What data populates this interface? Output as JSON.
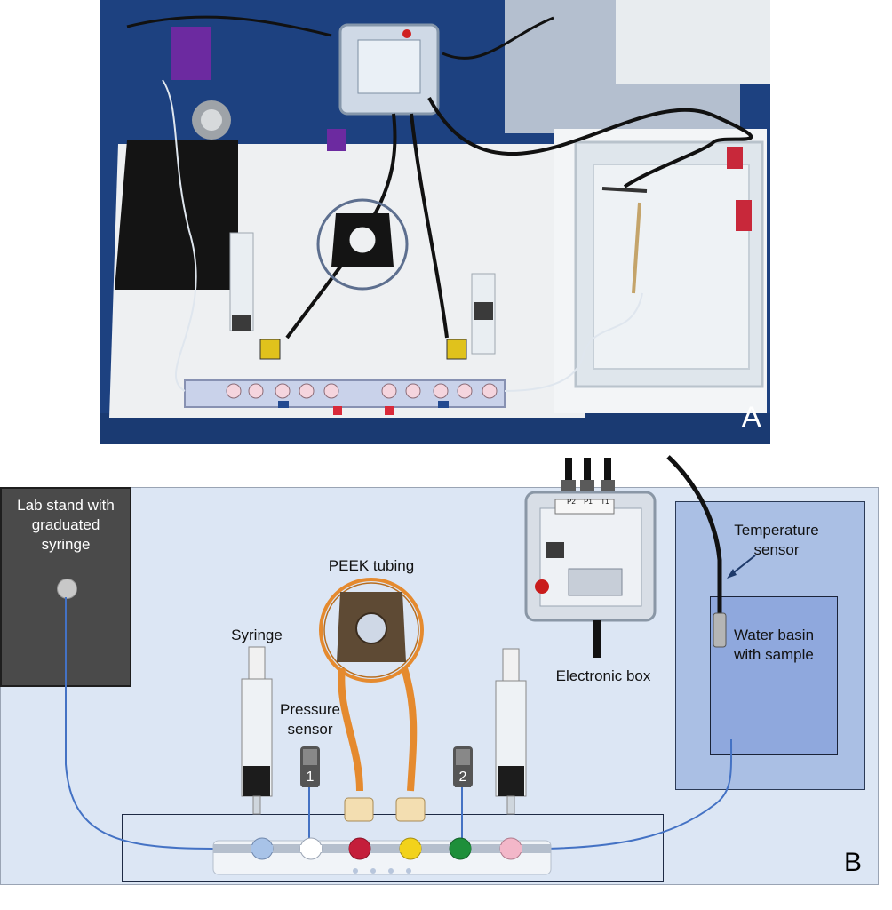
{
  "panels": {
    "a": "A",
    "b": "B"
  },
  "labels": {
    "lab_stand": "Lab stand with graduated syringe",
    "peek_tubing": "PEEK tubing",
    "syringe": "Syringe",
    "pressure_sensor": "Pressure sensor",
    "electronic_box": "Electronic box",
    "temperature_sensor": "Temperature sensor",
    "water_basin": "Water basin with sample"
  },
  "sensor_numbers": {
    "p1": "1",
    "p2": "2"
  },
  "box_connector_labels": {
    "t1": "T1",
    "p1": "P1",
    "p2": "P2"
  },
  "colors": {
    "background": "#dce6f4",
    "lab_stand": "#4a4a4a",
    "basin_outer": "#aabfe4",
    "basin_inner": "#8fa8dd",
    "tubing": "#4472c4",
    "peek": "#e58a2e",
    "valve_blue": "#a8c3e8",
    "valve_white": "#ffffff",
    "valve_red": "#c41e3a",
    "valve_yellow": "#f2d21b",
    "valve_green": "#1e8f3a",
    "valve_pink": "#f3b7c9"
  }
}
